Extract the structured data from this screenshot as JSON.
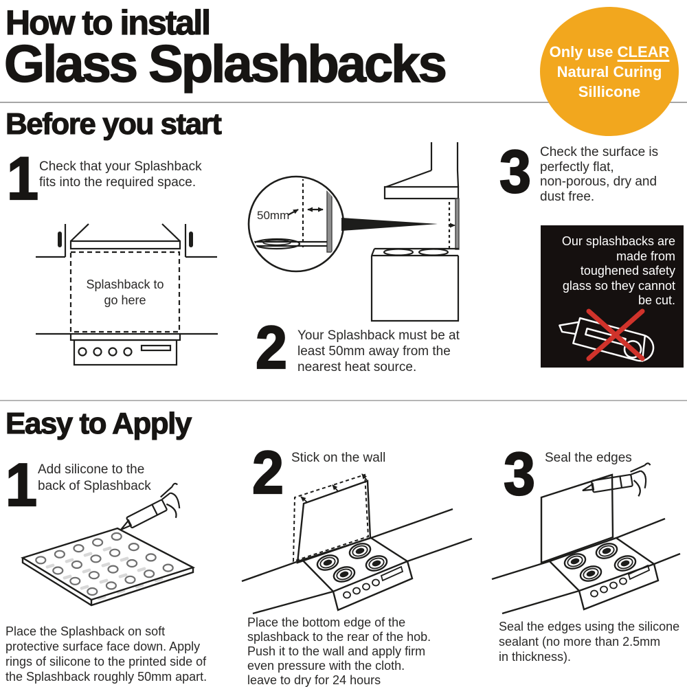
{
  "header": {
    "title_line1": "How to install",
    "title_line2": "Glass Splashbacks"
  },
  "badge": {
    "line1_prefix": "Only use ",
    "line1_underlined": "CLEAR",
    "line2": "Natural Curing",
    "line3": "Sillicone",
    "bg_color": "#F2A71E",
    "text_color": "#FFFFFF"
  },
  "before": {
    "heading": "Before you start",
    "step1": {
      "num": "1",
      "text": "Check that your Splashback\nfits into the required space.",
      "diagram_label": "Splashback to\ngo here"
    },
    "step2": {
      "num": "2",
      "text": "Your Splashback must be at\nleast 50mm away from the\nnearest heat source.",
      "measure_label": "50mm"
    },
    "step3": {
      "num": "3",
      "text": "Check the surface is\nperfectly flat,\nnon-porous, dry and\ndust free."
    },
    "warning": {
      "text": "Our splashbacks are\nmade from\ntoughened safety\nglass so they cannot\nbe cut.",
      "icon": "utility-knife-crossed",
      "bg_color": "#15100F",
      "cross_color": "#D0332B"
    }
  },
  "apply": {
    "heading": "Easy to Apply",
    "step1": {
      "num": "1",
      "label": "Add silicone to the\nback of Splashback",
      "caption": "Place the Splashback on soft\nprotective surface face down. Apply\nrings of silicone to the printed side of\nthe Splashback roughly 50mm apart."
    },
    "step2": {
      "num": "2",
      "label": "Stick on the wall",
      "caption": "Place the bottom edge of the\nsplashback to the rear of the hob.\nPush it to the wall and apply firm\neven pressure with the cloth.\nleave to dry for 24 hours"
    },
    "step3": {
      "num": "3",
      "label": "Seal the edges",
      "caption": "Seal the edges using the silicone\nsealant (no more than 2.5mm\nin thickness)."
    }
  }
}
